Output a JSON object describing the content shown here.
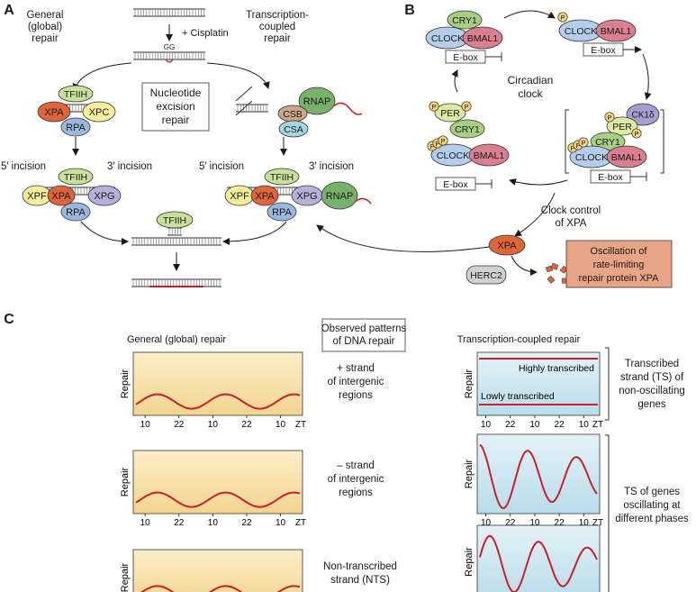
{
  "panels": {
    "A": {
      "label": "A",
      "top_left": [
        "General",
        "(global)",
        "repair"
      ],
      "top_right": [
        "Transcription-",
        "coupled",
        "repair"
      ],
      "cisplatin": "+ Cisplatin",
      "gg": "GG",
      "ner_box": [
        "Nucleotide",
        "excision",
        "repair"
      ],
      "five_incision": "5′ incision",
      "three_incision": "3′ incision",
      "proteins": {
        "tfiih": "TFIIH",
        "xpa": "XPA",
        "xpc": "XPC",
        "rpa": "RPA",
        "xpf": "XPF",
        "xpg": "XPG",
        "rnap": "RNAP",
        "csb": "CSB",
        "csa": "CSA"
      }
    },
    "B": {
      "label": "B",
      "proteins": {
        "cry1": "CRY1",
        "clock": "CLOCK",
        "bmal1": "BMAL1",
        "per": "PER",
        "ck1": "CK1δ",
        "xpa": "XPA",
        "herc2": "HERC2",
        "p": "P"
      },
      "ebox": "E-box",
      "circadian": [
        "Circadian",
        "clock"
      ],
      "clock_control": [
        "Clock control",
        "of XPA"
      ],
      "oscillation": [
        "Oscillation of",
        "rate-limiting",
        "repair protein XPA"
      ]
    },
    "C": {
      "label": "C",
      "observed": [
        "Observed patterns",
        "of DNA repair"
      ],
      "general_title": "General (global) repair",
      "tcr_title": "Transcription-coupled repair",
      "ylabel": "Repair",
      "ticks": [
        "10",
        "22",
        "10",
        "22",
        "10"
      ],
      "zt": "ZT",
      "left_labels": [
        [
          "+ strand",
          "of intergenic",
          "regions"
        ],
        [
          "– strand",
          "of intergenic",
          "regions"
        ],
        [
          "Non-transcribed",
          "strand (NTS)"
        ]
      ],
      "right_bracket_labels": [
        [
          "Transcribed",
          "strand (TS) of",
          "non-oscillating",
          "genes"
        ],
        [
          "TS of genes",
          "oscillating at",
          "different phases"
        ]
      ],
      "highly": "Highly transcribed",
      "lowly": "Lowly transcribed"
    }
  },
  "colors": {
    "tfiih": "#c8e09a",
    "xpa": "#e0643a",
    "xpc": "#f4ee9a",
    "rpa": "#9bb7de",
    "xpf": "#f5ef9a",
    "xpg": "#b8b0dc",
    "rnap": "#78b26a",
    "csb": "#caa587",
    "csa": "#a7d4e2",
    "cry1": "#a6cf82",
    "clock": "#b3cdeb",
    "bmal1": "#d97f90",
    "per": "#dbe9a3",
    "p": "#f4d27a",
    "ck1": "#a59ecf",
    "herc2": "#d0d0d0",
    "osc_box": "#e8a585",
    "warm_plot": "#f9e8b6",
    "cool_plot": "#cfe6ef",
    "curve": "#c8202a"
  }
}
